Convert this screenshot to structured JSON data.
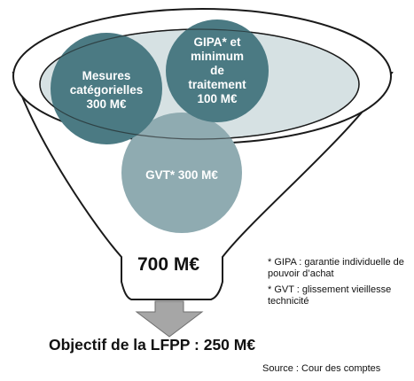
{
  "circles": {
    "mesures": "Mesures\ncatégorielles\n300 M€",
    "gipa": "GIPA* et\nminimum\nde\ntraitement\n100 M€",
    "gvt": "GVT* 300 M€"
  },
  "total": "700 M€",
  "footnotes": {
    "gipa": "* GIPA : garantie individuelle de pouvoir d’achat",
    "gvt": "* GVT : glissement vieillesse technicité"
  },
  "objective": "Objectif de la LFPP : 250 M€",
  "source": "Source : Cour des comptes",
  "colors": {
    "funnel_fill": "#ffffff",
    "funnel_stroke": "#1a1a1a",
    "dark_teal": "#4b7a83",
    "light_teal": "#8fabb1",
    "rim_band": "#d6e1e3",
    "arrow": "#a6a6a6"
  }
}
